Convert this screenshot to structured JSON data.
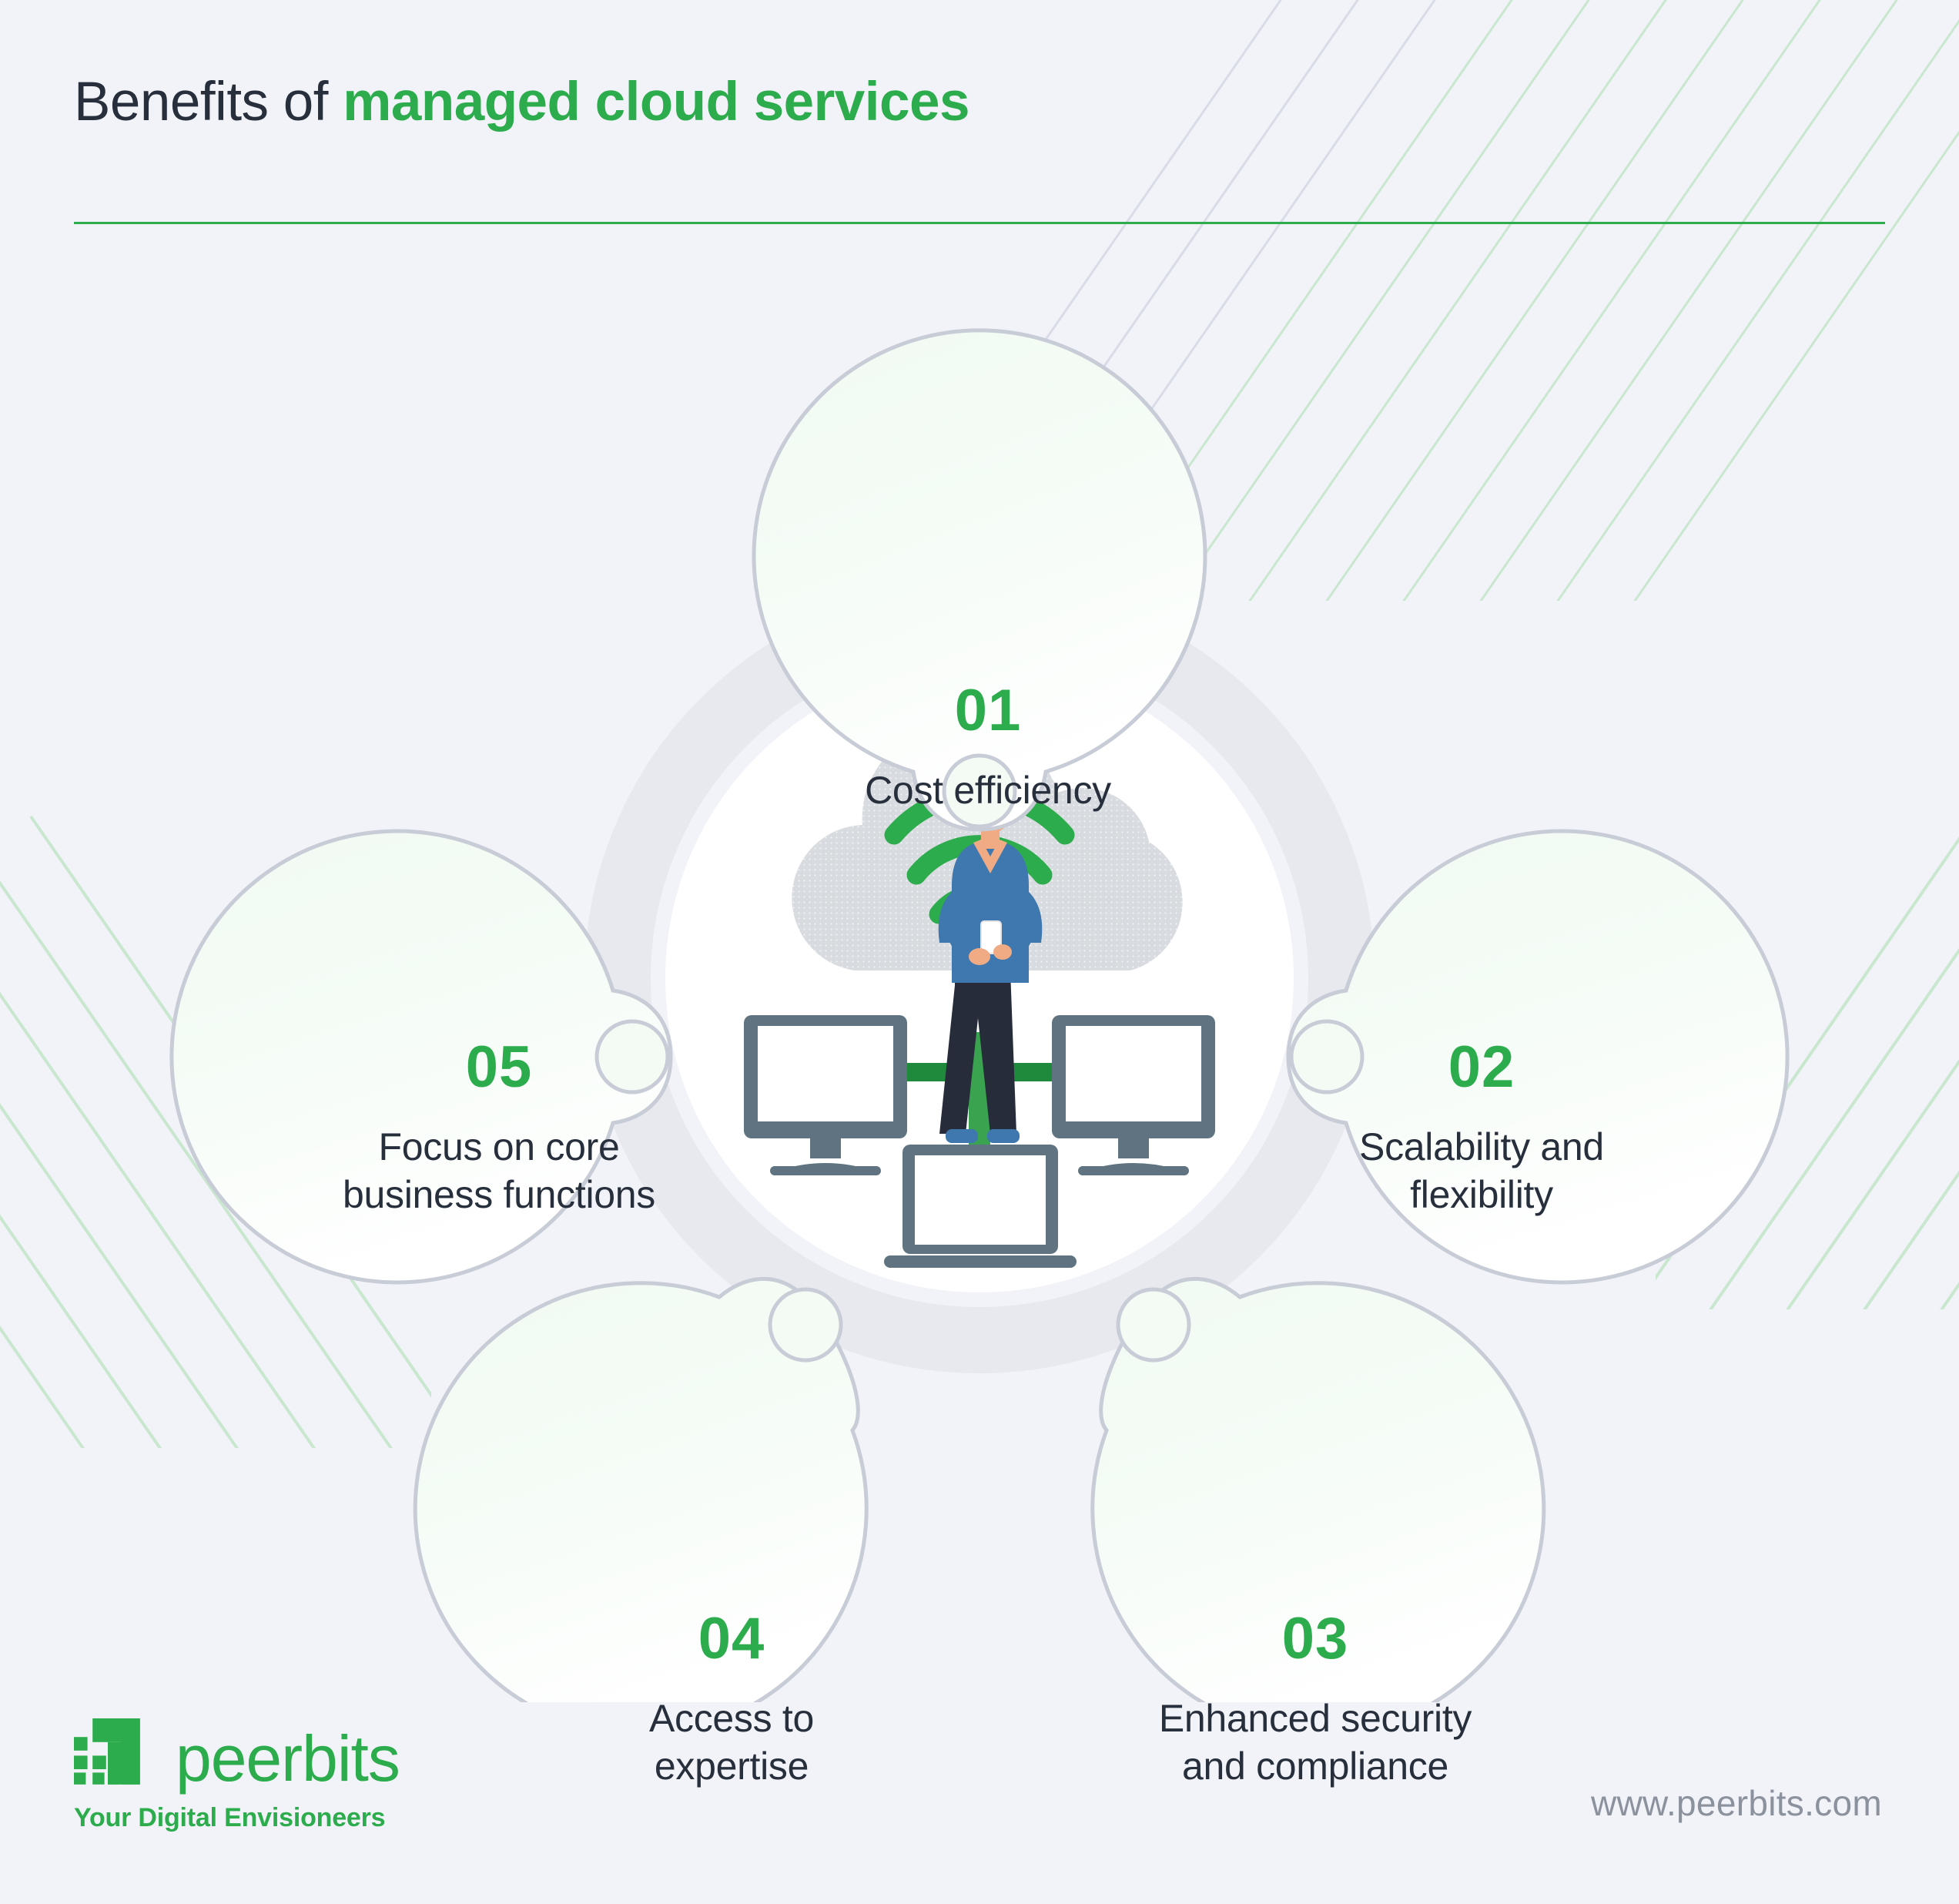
{
  "header": {
    "title_prefix": "Benefits of ",
    "title_accent": "managed cloud services"
  },
  "colors": {
    "background": "#f2f3f8",
    "accent_green": "#2cac4c",
    "title_dark": "#262f3b",
    "node_fill": "#f3fbf4",
    "node_stroke": "#c7ccd6",
    "center_fill": "#ffffff",
    "ring_gray": "#e7e9ef",
    "url_gray": "#8b929e",
    "stripe_green": "#c9e7cf",
    "stripe_gray": "#e3e5ec",
    "cloud_gray": "#d8dbdf",
    "monitor_slate": "#5f7480",
    "person_shirt": "#3e78ae",
    "person_pants": "#272c3a",
    "person_skin": "#f0ab85",
    "person_hair": "#1f2535",
    "wifi_green": "#2cac4c",
    "cable_green": "#1f8a3c"
  },
  "nodes": [
    {
      "number": "01",
      "label": "Cost efficiency",
      "position": "top"
    },
    {
      "number": "02",
      "label": "Scalability and\nflexibility",
      "position": "right"
    },
    {
      "number": "03",
      "label": "Enhanced security\nand compliance",
      "position": "bottom-right"
    },
    {
      "number": "04",
      "label": "Access to\nexpertise",
      "position": "bottom-left"
    },
    {
      "number": "05",
      "label": "Focus on core\nbusiness functions",
      "position": "left"
    }
  ],
  "node_labels": {
    "n1_line1": "Cost efficiency",
    "n2_line1": "Scalability and",
    "n2_line2": "flexibility",
    "n3_line1": "Enhanced security",
    "n3_line2": "and compliance",
    "n4_line1": "Access to",
    "n4_line2": "expertise",
    "n5_line1": "Focus on core",
    "n5_line2": "business functions"
  },
  "center_illustration": {
    "name": "cloud-network-illustration",
    "elements": [
      "cloud",
      "wifi-signal",
      "person-with-phone",
      "monitor-left",
      "monitor-right",
      "laptop",
      "network-cables"
    ]
  },
  "footer": {
    "logo_wordmark": "peerbits",
    "logo_tagline": "Your Digital Envisioneers",
    "site_url": "www.peerbits.com"
  }
}
